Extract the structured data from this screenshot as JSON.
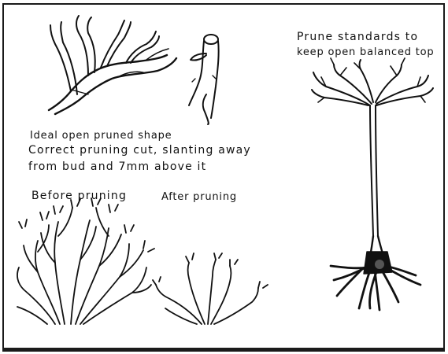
{
  "labels": {
    "standards_line1": "Prune standards to",
    "standards_line2": "keep open balanced top",
    "ideal_shape": "Ideal open pruned shape",
    "cut_line1": "Correct pruning cut, slanting away",
    "cut_line2": "from bud and 7mm above it",
    "before": "Before pruning",
    "after": "After pruning"
  },
  "colors": {
    "ink": "#111111",
    "paper": "#ffffff",
    "frame": "#1a1a1a"
  }
}
